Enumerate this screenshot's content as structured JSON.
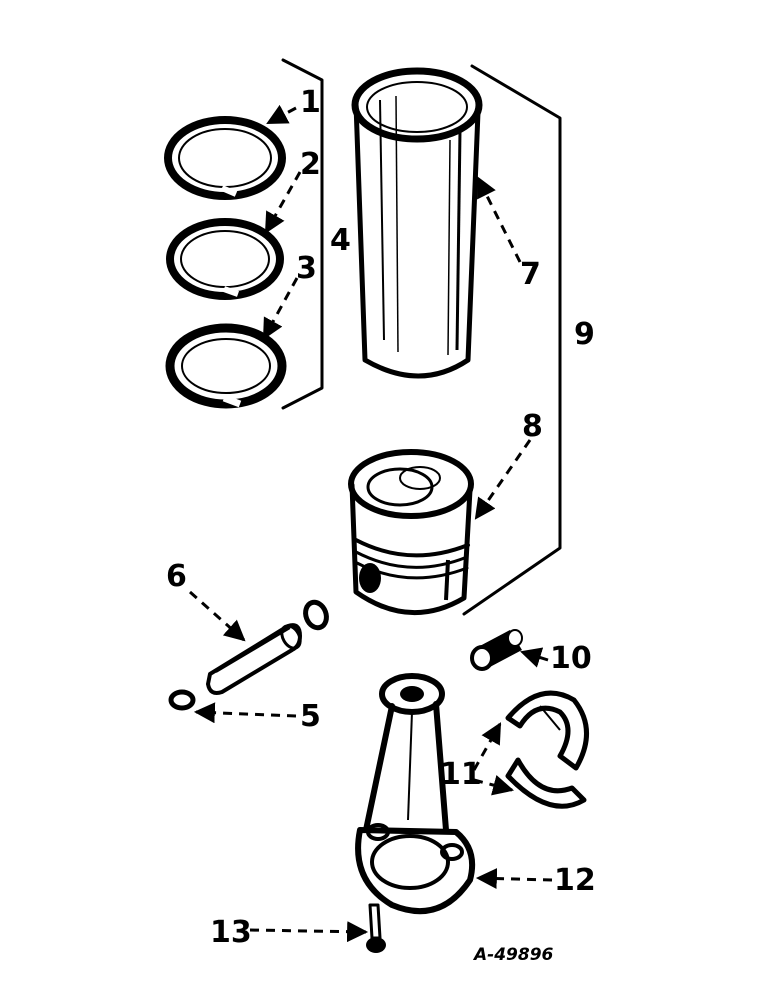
{
  "callouts": [
    "1",
    "2",
    "3",
    "4",
    "5",
    "6",
    "7",
    "8",
    "9",
    "10",
    "11",
    "12",
    "13"
  ],
  "drawing_number": "A-49896"
}
